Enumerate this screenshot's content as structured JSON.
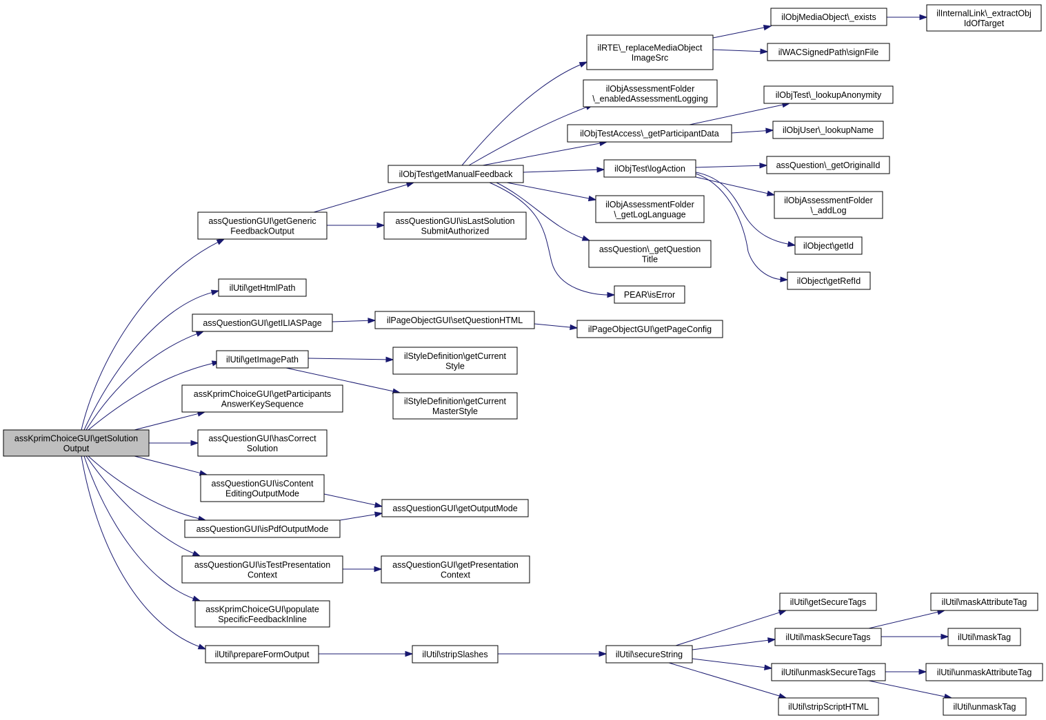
{
  "colors": {
    "edge": "#191970",
    "root_fill": "#bfbfbf",
    "node_fill": "#ffffff",
    "node_border": "#000000"
  },
  "nodes": [
    {
      "id": "root",
      "lines": [
        "assKprimChoiceGUI\\getSolution",
        "Output"
      ]
    },
    {
      "id": "getGenericFeedbackOutput",
      "lines": [
        "assQuestionGUI\\getGeneric",
        "FeedbackOutput"
      ]
    },
    {
      "id": "getHtmlPath",
      "lines": [
        "ilUtil\\getHtmlPath"
      ]
    },
    {
      "id": "getILIASPage",
      "lines": [
        "assQuestionGUI\\getILIASPage"
      ]
    },
    {
      "id": "getImagePath",
      "lines": [
        "ilUtil\\getImagePath"
      ]
    },
    {
      "id": "getParticipantsAnswerKeySequence",
      "lines": [
        "assKprimChoiceGUI\\getParticipants",
        "AnswerKeySequence"
      ]
    },
    {
      "id": "hasCorrectSolution",
      "lines": [
        "assQuestionGUI\\hasCorrect",
        "Solution"
      ]
    },
    {
      "id": "isContentEditingOutputMode",
      "lines": [
        "assQuestionGUI\\isContent",
        "EditingOutputMode"
      ]
    },
    {
      "id": "isPdfOutputMode",
      "lines": [
        "assQuestionGUI\\isPdfOutputMode"
      ]
    },
    {
      "id": "isTestPresentationContext",
      "lines": [
        "assQuestionGUI\\isTestPresentation",
        "Context"
      ]
    },
    {
      "id": "populateSpecificFeedbackInline",
      "lines": [
        "assKprimChoiceGUI\\populate",
        "SpecificFeedbackInline"
      ]
    },
    {
      "id": "prepareFormOutput",
      "lines": [
        "ilUtil\\prepareFormOutput"
      ]
    },
    {
      "id": "getManualFeedback",
      "lines": [
        "ilObjTest\\getManualFeedback"
      ]
    },
    {
      "id": "isLastSolutionSubmitAuthorized",
      "lines": [
        "assQuestionGUI\\isLastSolution",
        "SubmitAuthorized"
      ]
    },
    {
      "id": "setQuestionHTML",
      "lines": [
        "ilPageObjectGUI\\setQuestionHTML"
      ]
    },
    {
      "id": "getCurrentStyle",
      "lines": [
        "ilStyleDefinition\\getCurrent",
        "Style"
      ]
    },
    {
      "id": "getCurrentMasterStyle",
      "lines": [
        "ilStyleDefinition\\getCurrent",
        "MasterStyle"
      ]
    },
    {
      "id": "getOutputMode",
      "lines": [
        "assQuestionGUI\\getOutputMode"
      ]
    },
    {
      "id": "getPresentationContext",
      "lines": [
        "assQuestionGUI\\getPresentation",
        "Context"
      ]
    },
    {
      "id": "stripSlashes",
      "lines": [
        "ilUtil\\stripSlashes"
      ]
    },
    {
      "id": "replaceMediaObjectImageSrc",
      "lines": [
        "ilRTE\\_replaceMediaObject",
        "ImageSrc"
      ]
    },
    {
      "id": "enabledAssessmentLogging",
      "lines": [
        "ilObjAssessmentFolder",
        "\\_enabledAssessmentLogging"
      ]
    },
    {
      "id": "getParticipantData",
      "lines": [
        "ilObjTestAccess\\_getParticipantData"
      ]
    },
    {
      "id": "logAction",
      "lines": [
        "ilObjTest\\logAction"
      ]
    },
    {
      "id": "getLogLanguage",
      "lines": [
        "ilObjAssessmentFolder",
        "\\_getLogLanguage"
      ]
    },
    {
      "id": "getQuestionTitle",
      "lines": [
        "assQuestion\\_getQuestion",
        "Title"
      ]
    },
    {
      "id": "isError",
      "lines": [
        "PEAR\\isError"
      ]
    },
    {
      "id": "getPageConfig",
      "lines": [
        "ilPageObjectGUI\\getPageConfig"
      ]
    },
    {
      "id": "secureString",
      "lines": [
        "ilUtil\\secureString"
      ]
    },
    {
      "id": "mediaExists",
      "lines": [
        "ilObjMediaObject\\_exists"
      ]
    },
    {
      "id": "signFile",
      "lines": [
        "ilWACSignedPath\\signFile"
      ]
    },
    {
      "id": "lookupAnonymity",
      "lines": [
        "ilObjTest\\_lookupAnonymity"
      ]
    },
    {
      "id": "lookupName",
      "lines": [
        "ilObjUser\\_lookupName"
      ]
    },
    {
      "id": "getOriginalId",
      "lines": [
        "assQuestion\\_getOriginalId"
      ]
    },
    {
      "id": "addLog",
      "lines": [
        "ilObjAssessmentFolder",
        "\\_addLog"
      ]
    },
    {
      "id": "getId",
      "lines": [
        "ilObject\\getId"
      ]
    },
    {
      "id": "getRefId",
      "lines": [
        "ilObject\\getRefId"
      ]
    },
    {
      "id": "getSecureTags",
      "lines": [
        "ilUtil\\getSecureTags"
      ]
    },
    {
      "id": "maskSecureTags",
      "lines": [
        "ilUtil\\maskSecureTags"
      ]
    },
    {
      "id": "unmaskSecureTags",
      "lines": [
        "ilUtil\\unmaskSecureTags"
      ]
    },
    {
      "id": "stripScriptHTML",
      "lines": [
        "ilUtil\\stripScriptHTML"
      ]
    },
    {
      "id": "extractObjIdOfTarget",
      "lines": [
        "ilInternalLink\\_extractObj",
        "IdOfTarget"
      ]
    },
    {
      "id": "maskAttributeTag",
      "lines": [
        "ilUtil\\maskAttributeTag"
      ]
    },
    {
      "id": "maskTag",
      "lines": [
        "ilUtil\\maskTag"
      ]
    },
    {
      "id": "unmaskAttributeTag",
      "lines": [
        "ilUtil\\unmaskAttributeTag"
      ]
    },
    {
      "id": "unmaskTag",
      "lines": [
        "ilUtil\\unmaskTag"
      ]
    }
  ],
  "edges": [
    {
      "from": "root",
      "to": "getGenericFeedbackOutput"
    },
    {
      "from": "root",
      "to": "getHtmlPath"
    },
    {
      "from": "root",
      "to": "getILIASPage"
    },
    {
      "from": "root",
      "to": "getImagePath"
    },
    {
      "from": "root",
      "to": "getParticipantsAnswerKeySequence"
    },
    {
      "from": "root",
      "to": "hasCorrectSolution"
    },
    {
      "from": "root",
      "to": "isContentEditingOutputMode"
    },
    {
      "from": "root",
      "to": "isPdfOutputMode"
    },
    {
      "from": "root",
      "to": "isTestPresentationContext"
    },
    {
      "from": "root",
      "to": "populateSpecificFeedbackInline"
    },
    {
      "from": "root",
      "to": "prepareFormOutput"
    },
    {
      "from": "getGenericFeedbackOutput",
      "to": "getManualFeedback"
    },
    {
      "from": "getGenericFeedbackOutput",
      "to": "isLastSolutionSubmitAuthorized"
    },
    {
      "from": "getManualFeedback",
      "to": "replaceMediaObjectImageSrc"
    },
    {
      "from": "getManualFeedback",
      "to": "enabledAssessmentLogging"
    },
    {
      "from": "getManualFeedback",
      "to": "getParticipantData"
    },
    {
      "from": "getManualFeedback",
      "to": "logAction"
    },
    {
      "from": "getManualFeedback",
      "to": "getLogLanguage"
    },
    {
      "from": "getManualFeedback",
      "to": "getQuestionTitle"
    },
    {
      "from": "getManualFeedback",
      "to": "isError"
    },
    {
      "from": "replaceMediaObjectImageSrc",
      "to": "mediaExists"
    },
    {
      "from": "replaceMediaObjectImageSrc",
      "to": "signFile"
    },
    {
      "from": "mediaExists",
      "to": "extractObjIdOfTarget"
    },
    {
      "from": "getParticipantData",
      "to": "lookupAnonymity"
    },
    {
      "from": "getParticipantData",
      "to": "lookupName"
    },
    {
      "from": "logAction",
      "to": "getOriginalId"
    },
    {
      "from": "logAction",
      "to": "addLog"
    },
    {
      "from": "logAction",
      "to": "getId"
    },
    {
      "from": "logAction",
      "to": "getRefId"
    },
    {
      "from": "getILIASPage",
      "to": "setQuestionHTML"
    },
    {
      "from": "setQuestionHTML",
      "to": "getPageConfig"
    },
    {
      "from": "getImagePath",
      "to": "getCurrentStyle"
    },
    {
      "from": "getImagePath",
      "to": "getCurrentMasterStyle"
    },
    {
      "from": "isContentEditingOutputMode",
      "to": "getOutputMode"
    },
    {
      "from": "isPdfOutputMode",
      "to": "getOutputMode"
    },
    {
      "from": "isTestPresentationContext",
      "to": "getPresentationContext"
    },
    {
      "from": "prepareFormOutput",
      "to": "stripSlashes"
    },
    {
      "from": "stripSlashes",
      "to": "secureString"
    },
    {
      "from": "secureString",
      "to": "getSecureTags"
    },
    {
      "from": "secureString",
      "to": "maskSecureTags"
    },
    {
      "from": "secureString",
      "to": "unmaskSecureTags"
    },
    {
      "from": "secureString",
      "to": "stripScriptHTML"
    },
    {
      "from": "maskSecureTags",
      "to": "maskAttributeTag"
    },
    {
      "from": "maskSecureTags",
      "to": "maskTag"
    },
    {
      "from": "unmaskSecureTags",
      "to": "unmaskAttributeTag"
    },
    {
      "from": "unmaskSecureTags",
      "to": "unmaskTag"
    }
  ]
}
